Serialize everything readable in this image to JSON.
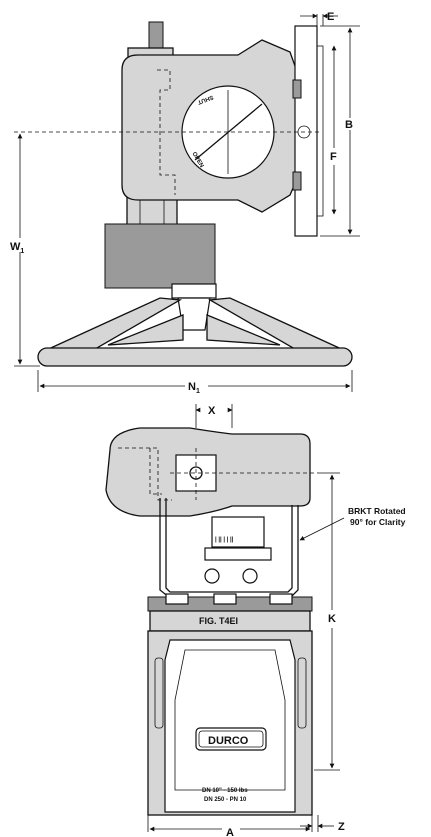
{
  "dimensions": {
    "E": "E",
    "B": "B",
    "F": "F",
    "W1_main": "W",
    "W1_sub": "1",
    "N1_main": "N",
    "N1_sub": "1",
    "X": "X",
    "K": "K",
    "A": "A",
    "Z": "Z"
  },
  "indicator": {
    "shut": "SHUT",
    "open": "OPEN"
  },
  "bracket_note": {
    "line1": "BRKT Rotated",
    "line2": "90° for Clarity"
  },
  "valve": {
    "fig_label": "FIG. T4EI",
    "brand": "DURCO",
    "rating_line1": "DN  10\" - 150  lbs",
    "rating_line2": "DN  250 - PN 10"
  }
}
